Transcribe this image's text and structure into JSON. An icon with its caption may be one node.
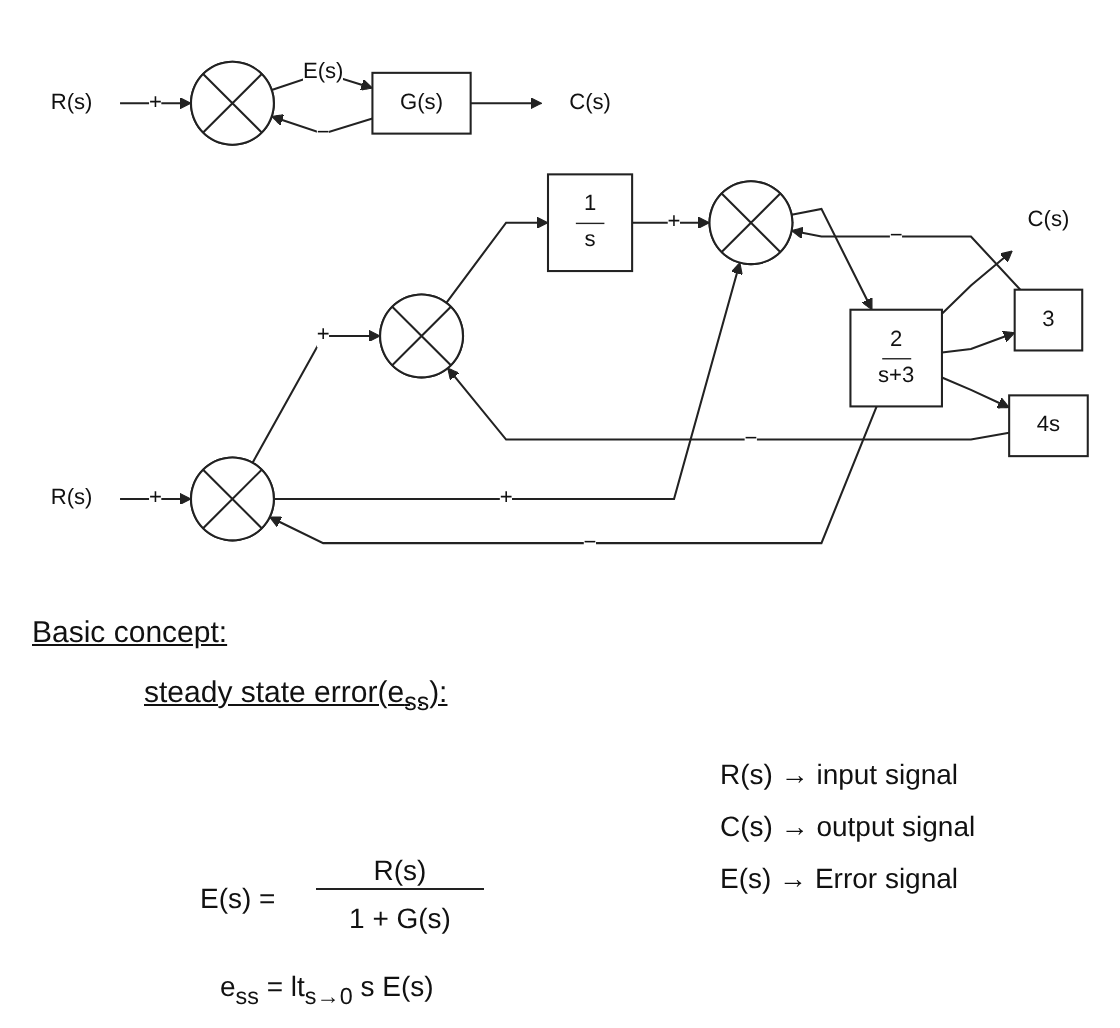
{
  "diagram": {
    "nodes": [
      {
        "text": [
          "R(s)"
        ]
      },
      {
        "text": [],
        "shape": "circle"
      },
      {
        "text": [],
        "shape": "circle"
      },
      {
        "text": [
          "1",
          "s"
        ]
      },
      {
        "text": [],
        "shape": "circle"
      },
      {
        "text": [
          "2",
          "s+3"
        ]
      },
      {
        "text": [
          "C(s)"
        ]
      },
      {
        "text": [
          "3"
        ]
      },
      {
        "text": [
          "4s"
        ]
      },
      {
        "text": [
          "R(s)"
        ]
      },
      {
        "text": [],
        "shape": "circle"
      },
      {
        "text": [
          "G(s)"
        ]
      },
      {
        "text": [
          "C(s)"
        ]
      }
    ],
    "edges": [
      {
        "from": 0,
        "to": 1,
        "arrow": "to",
        "label": "+"
      },
      {
        "from": 1,
        "to": 2,
        "arrow": "to",
        "label": "+"
      },
      {
        "from": 1,
        "to": 4,
        "arrow": "to",
        "label": "+"
      },
      {
        "from": 2,
        "to": 3,
        "arrow": "to"
      },
      {
        "from": 3,
        "to": 4,
        "arrow": "to",
        "label": "+"
      },
      {
        "from": 4,
        "to": 5,
        "arrow": "to"
      },
      {
        "from": 5,
        "to": 6,
        "arrow": "to"
      },
      {
        "from": 5,
        "to": 7,
        "arrow": "to"
      },
      {
        "from": 7,
        "to": 4,
        "arrow": "to",
        "label": "−"
      },
      {
        "from": 5,
        "to": 8,
        "arrow": "to"
      },
      {
        "from": 8,
        "to": 2,
        "arrow": "to",
        "label": "−"
      },
      {
        "from": 5,
        "to": 1,
        "arrow": "to",
        "label": "−"
      },
      {
        "from": 9,
        "to": 10,
        "arrow": "to",
        "label": "+"
      },
      {
        "from": 10,
        "to": 11,
        "arrow": "to",
        "label": "E(s)"
      },
      {
        "from": 11,
        "to": 12,
        "arrow": "to"
      },
      {
        "from": 11,
        "to": 10,
        "arrow": "to",
        "label": "−"
      }
    ],
    "labels": [
      "Basic concept:",
      "steady state error(e$_{ss}$):",
      "R(s) → input signal",
      "C(s) → output signal",
      "E(s) → Error signal",
      "E(s) =",
      "R(s)",
      "1 + G(s)",
      "e$_{ss}$ = lt$_{s→0}$ s E(s)"
    ]
  }
}
